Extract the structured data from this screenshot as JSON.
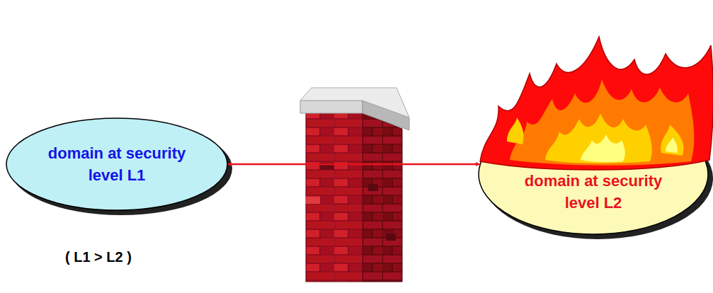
{
  "diagram": {
    "nodes": [
      {
        "text": [
          "domain at security level L1"
        ]
      },
      {
        "text": [
          "domain at security level L2"
        ]
      }
    ],
    "edges": [
      {
        "from": 0,
        "to": 1,
        "arrow": "both"
      }
    ],
    "labels": [
      "( L1 > L2 )"
    ]
  }
}
